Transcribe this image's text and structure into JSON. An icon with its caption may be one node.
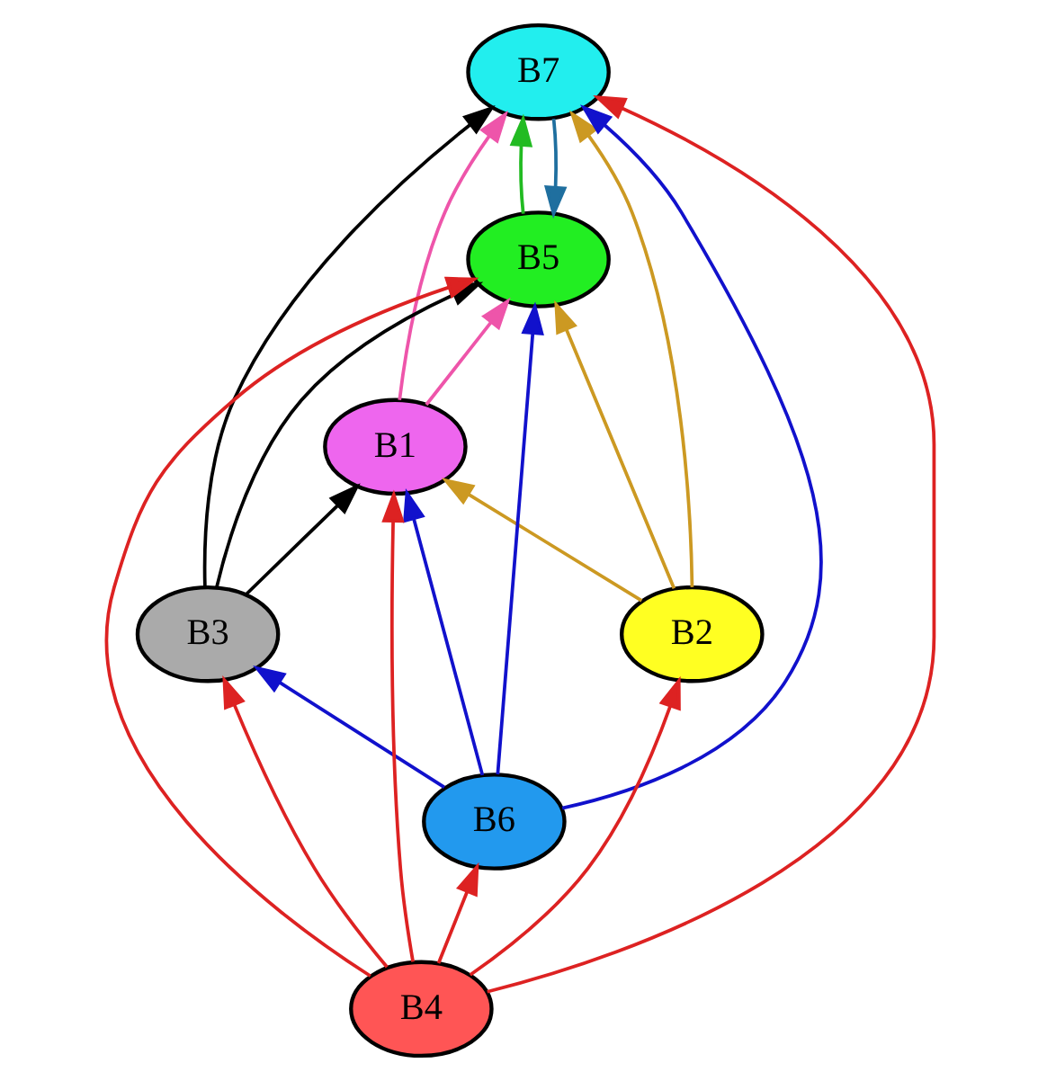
{
  "diagram": {
    "nodes": [
      {
        "text": [
          "B5"
        ]
      },
      {
        "text": [
          "B7"
        ]
      },
      {
        "text": [
          "B1"
        ]
      },
      {
        "text": [
          "B2"
        ]
      },
      {
        "text": [
          "B3"
        ]
      },
      {
        "text": [
          "B6"
        ]
      },
      {
        "text": [
          "B4"
        ]
      }
    ],
    "edges": [
      {
        "from": 0,
        "to": 1,
        "arrow": "to",
        "color": "#22bb22"
      },
      {
        "from": 1,
        "to": 0,
        "arrow": "to",
        "color": "#1f6f9f"
      },
      {
        "from": 2,
        "to": 0,
        "arrow": "to",
        "color": "#ee55aa"
      },
      {
        "from": 2,
        "to": 1,
        "arrow": "to",
        "color": "#ee55aa"
      },
      {
        "from": 3,
        "to": 0,
        "arrow": "to",
        "color": "#cc9922"
      },
      {
        "from": 3,
        "to": 2,
        "arrow": "to",
        "color": "#cc9922"
      },
      {
        "from": 3,
        "to": 1,
        "arrow": "to",
        "color": "#cc9922"
      },
      {
        "from": 4,
        "to": 0,
        "arrow": "to",
        "color": "#000000"
      },
      {
        "from": 4,
        "to": 2,
        "arrow": "to",
        "color": "#000000"
      },
      {
        "from": 4,
        "to": 1,
        "arrow": "to",
        "color": "#000000"
      },
      {
        "from": 5,
        "to": 0,
        "arrow": "to",
        "color": "#1111cc"
      },
      {
        "from": 5,
        "to": 2,
        "arrow": "to",
        "color": "#1111cc"
      },
      {
        "from": 5,
        "to": 4,
        "arrow": "to",
        "color": "#1111cc"
      },
      {
        "from": 5,
        "to": 1,
        "arrow": "to",
        "color": "#1111cc"
      },
      {
        "from": 6,
        "to": 0,
        "arrow": "to",
        "color": "#dd2222"
      },
      {
        "from": 6,
        "to": 3,
        "arrow": "to",
        "color": "#dd2222"
      },
      {
        "from": 6,
        "to": 2,
        "arrow": "to",
        "color": "#dd2222"
      },
      {
        "from": 6,
        "to": 5,
        "arrow": "to",
        "color": "#dd2222"
      },
      {
        "from": 6,
        "to": 4,
        "arrow": "to",
        "color": "#dd2222"
      },
      {
        "from": 6,
        "to": 1,
        "arrow": "to",
        "color": "#dd2222"
      }
    ]
  }
}
